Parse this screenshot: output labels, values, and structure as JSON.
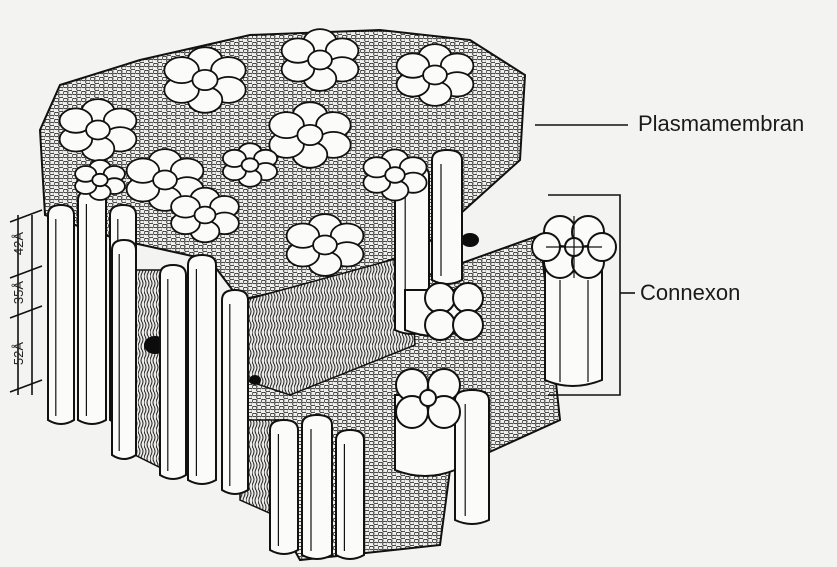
{
  "labels": {
    "plasmamembran": "Plasmamembran",
    "connexon": "Connexon"
  },
  "dimensions": {
    "d1": "42Å",
    "d2": "35Å",
    "d3": "52Å"
  }
}
